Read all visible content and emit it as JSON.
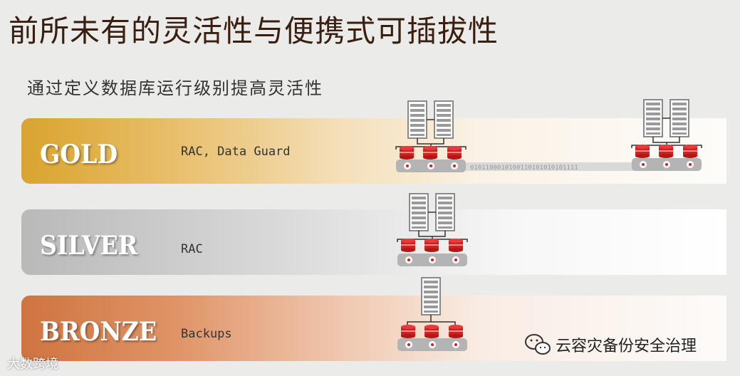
{
  "title": "前所未有的灵活性与便携式可插拔性",
  "subtitle": "通过定义数据库运行级别提高灵活性",
  "tiers": [
    {
      "name": "GOLD",
      "desc": "RAC, Data Guard",
      "color": "#d9a42e"
    },
    {
      "name": "SILVER",
      "desc": "RAC",
      "color": "#b9b9b9"
    },
    {
      "name": "BRONZE",
      "desc": "Backups",
      "color": "#cf7440"
    }
  ],
  "replication_bits": "0101100010100110101010101111",
  "watermark": "云容灾备份安全治理",
  "corner_logo": "大数跨境",
  "colors": {
    "db_red": "#d21f1f",
    "server_gray": "#8a8a8a",
    "tray_gray": "#b4b4b4"
  }
}
